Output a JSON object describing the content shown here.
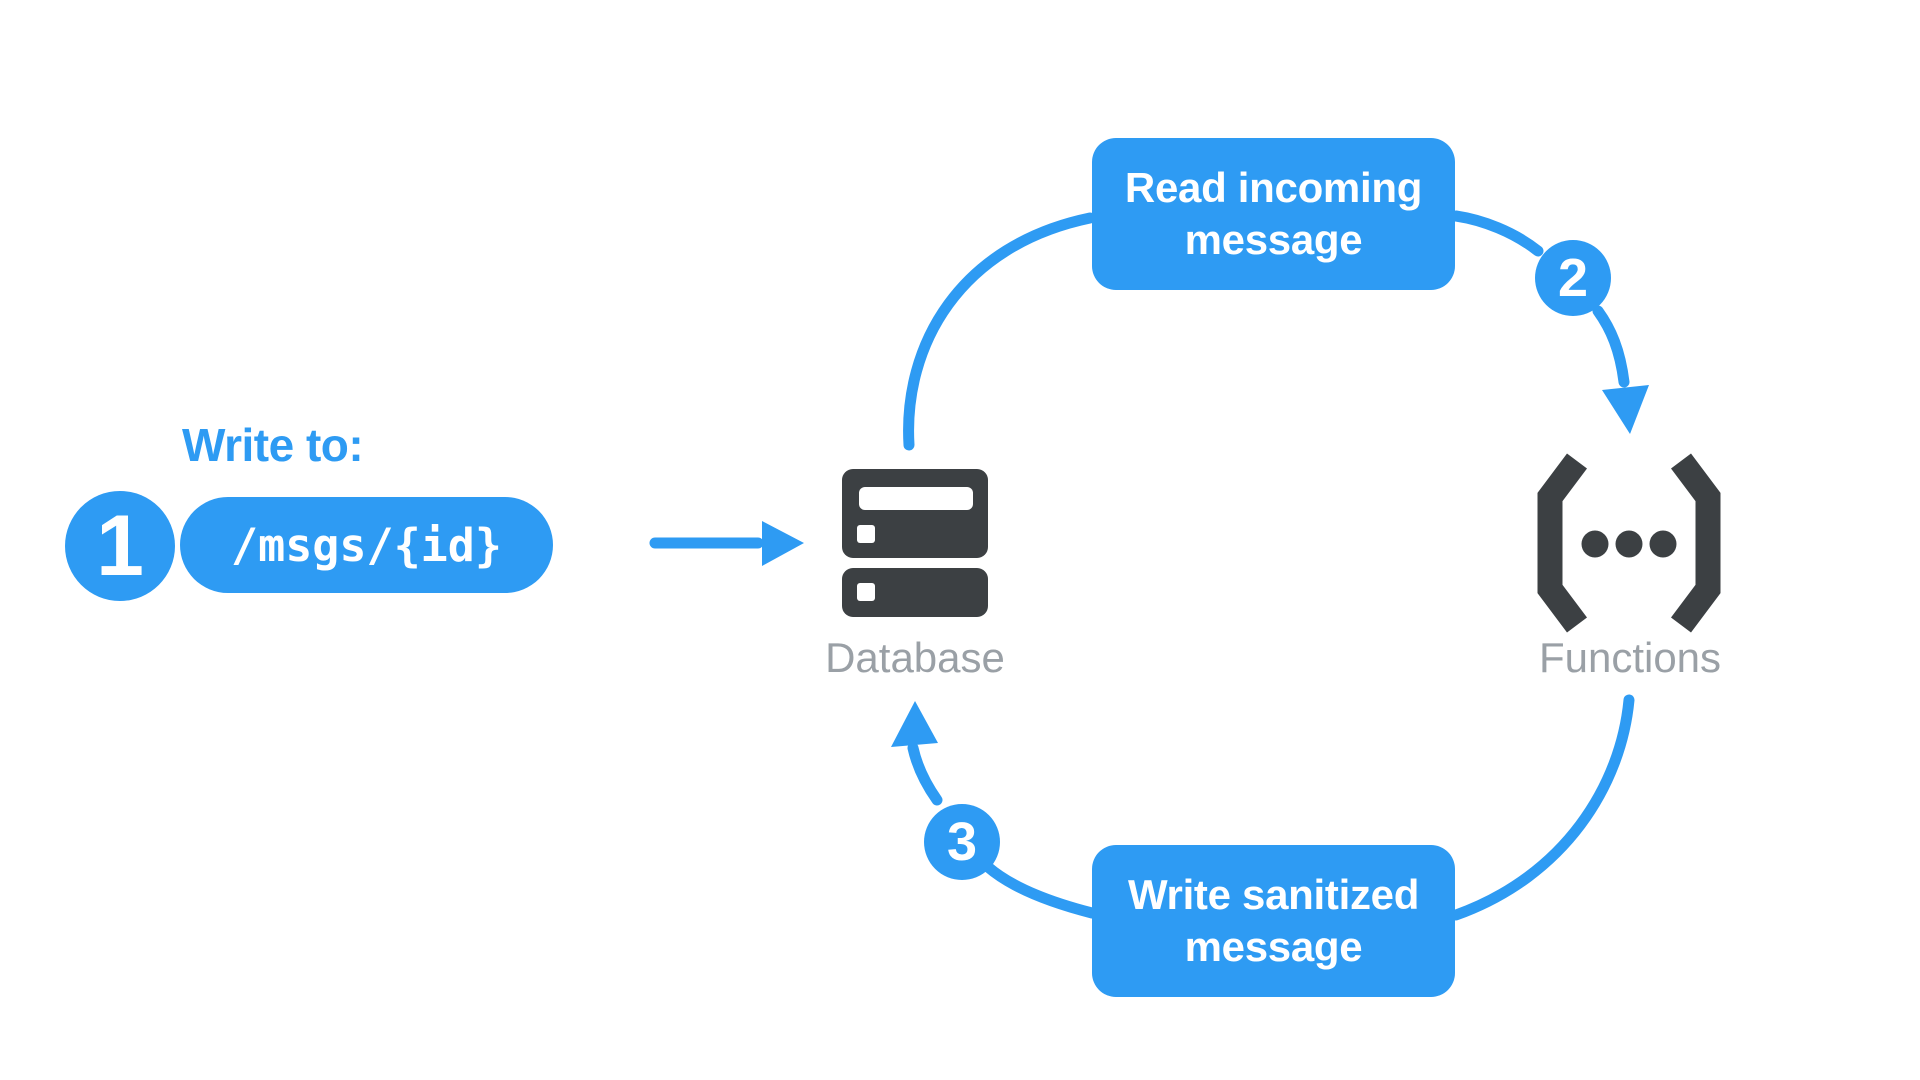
{
  "colors": {
    "accent_blue": "#2e9bf3",
    "icon_dark": "#3c4043",
    "label_gray": "#9aa0a6",
    "text_on_blue": "#ffffff"
  },
  "step1": {
    "badge": "1",
    "label": "Write to:",
    "path": "/msgs/{id}"
  },
  "nodes": {
    "database": {
      "label": "Database"
    },
    "functions": {
      "label": "Functions"
    }
  },
  "flow": {
    "badge2": "2",
    "badge3": "3",
    "read_box": {
      "lines": [
        "Read incoming",
        "message"
      ]
    },
    "write_box": {
      "lines": [
        "Write sanitized",
        "message"
      ]
    }
  }
}
